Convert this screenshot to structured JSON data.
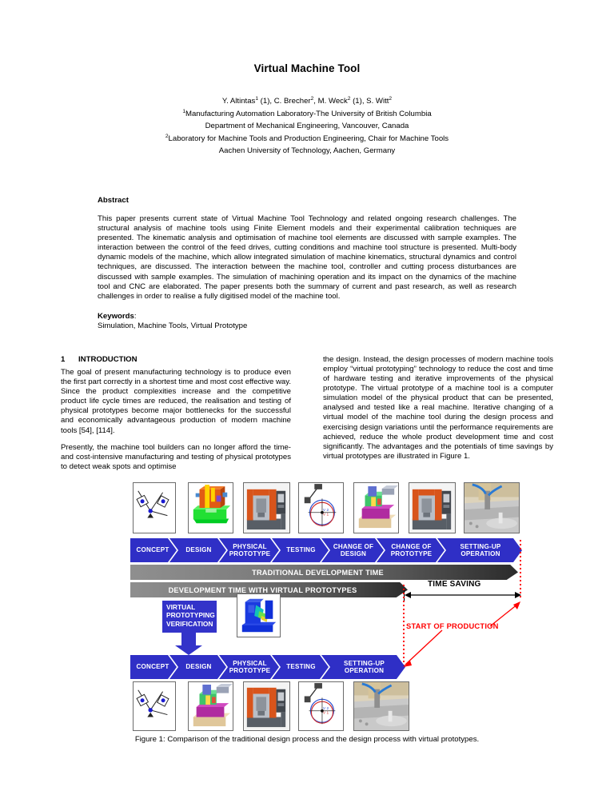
{
  "paper": {
    "title": "Virtual Machine Tool",
    "authors_line": "Y. Altintas1 (1), C. Brecher2, M. Weck2 (1), S. Witt2",
    "authors": {
      "a1_name": "Y. Altintas",
      "a1_sup": "1",
      "a1_tag": " (1), ",
      "a2_name": "C. Brecher",
      "a2_sup": "2",
      "a2_tag": ", ",
      "a3_name": "M. Weck",
      "a3_sup": "2",
      "a3_tag": " (1), ",
      "a4_name": "S. Witt",
      "a4_sup": "2"
    },
    "affiliations": [
      {
        "sup": "1",
        "text": "Manufacturing Automation Laboratory-The University of British Columbia"
      },
      {
        "sup": "",
        "text": "Department of Mechanical Engineering, Vancouver, Canada"
      },
      {
        "sup": "2",
        "text": "Laboratory for Machine Tools and Production Engineering, Chair for Machine Tools"
      },
      {
        "sup": "",
        "text": "Aachen University of Technology, Aachen, Germany"
      }
    ],
    "abstract_heading": "Abstract",
    "abstract_body": "This paper presents current state of Virtual Machine Tool Technology and related ongoing research challenges. The structural analysis of machine tools using Finite Element models and their experimental calibration techniques are presented. The kinematic analysis and optimisation of machine tool elements are discussed with sample examples. The interaction between the control of the feed drives, cutting conditions and machine tool structure is presented. Multi-body dynamic models of the machine, which allow integrated simulation of machine kinematics, structural dynamics and control techniques, are discussed. The interaction between the machine tool, controller and cutting process disturbances are discussed with sample examples. The simulation of machining operation and its impact on the dynamics of the machine tool and CNC are elaborated. The paper presents both the summary of current and past research, as well as research challenges in order to realise a fully digitised model of the machine tool.",
    "keywords_heading": "Keywords",
    "keywords_colon": ":",
    "keywords_body": "Simulation, Machine Tools, Virtual Prototype",
    "section1": {
      "number": "1",
      "heading": "INTRODUCTION",
      "paragraph1": "The goal of present manufacturing technology is to produce even the first part correctly in a shortest time and most cost effective way. Since the product complexities increase and the competitive product life cycle times are reduced, the realisation and testing of physical prototypes become major bottlenecks for the successful and economically advantageous production of modern machine tools [54], [114].",
      "paragraph2": "Presently, the machine tool builders can no longer afford the time- and cost-intensive manufacturing and testing of physical prototypes to detect weak spots and optimise",
      "paragraph3": "the design. Instead, the design processes of modern machine tools employ “virtual prototyping” technology to reduce the cost and time of hardware testing and iterative improvements of the physical prototype. The virtual prototype of a machine tool is a computer simulation model of the physical product that can be presented, analysed and tested like a real machine. Iterative changing of a virtual model of the machine tool during the design process and exercising design variations until the performance requirements are achieved, reduce the whole product development time and cost significantly. The advantages and the potentials of time savings by virtual prototypes are illustrated in Figure 1."
    },
    "figure": {
      "caption": "Figure 1: Comparison of the traditional design process and the design process with virtual prototypes.",
      "traditional_stages": [
        "CONCEPT",
        "DESIGN",
        "PHYSICAL PROTOTYPE",
        "TESTING",
        "CHANGE OF DESIGN",
        "CHANGE OF PROTOTYPE",
        "SETTING-UP OPERATION"
      ],
      "virtual_stages": [
        "CONCEPT",
        "DESIGN",
        "PHYSICAL PROTOTYPE",
        "TESTING",
        "SETTING-UP OPERATION"
      ],
      "bar_traditional": "TRADITIONAL DEVELOPMENT TIME",
      "bar_virtual": "DEVELOPMENT TIME WITH VIRTUAL PROTOTYPES",
      "time_saving_label": "TIME SAVING",
      "start_of_production_label": "START OF PRODUCTION",
      "verification_box": "VIRTUAL PROTOTYPING VERIFICATION",
      "thumbnails_top": [
        "kinematic-sketch-thumbnail",
        "cad-model-green-thumbnail",
        "machine-tool-photo-thumbnail",
        "circular-test-plot-thumbnail",
        "cad-assembly-thumbnail",
        "machine-tool-photo-2-thumbnail",
        "machining-closeup-thumbnail"
      ],
      "thumbnails_bottom": [
        "kinematic-sketch-thumbnail",
        "cad-assembly-thumbnail",
        "machine-tool-photo-thumbnail",
        "circular-test-plot-thumbnail",
        "machining-closeup-thumbnail"
      ],
      "fea_thumbnail": "fea-deformation-thumbnail",
      "circle_labels": {
        "v2": "V 2",
        "v1": "V 1"
      }
    },
    "colors": {
      "chevron_blue": "#2f2fc6",
      "verification_blue": "#3333c9",
      "bar_gray_start": "#8f8f8f",
      "bar_gray_end": "#2b2b2b",
      "accent_red": "#ff0000",
      "text": "#000000",
      "background": "#ffffff"
    }
  }
}
